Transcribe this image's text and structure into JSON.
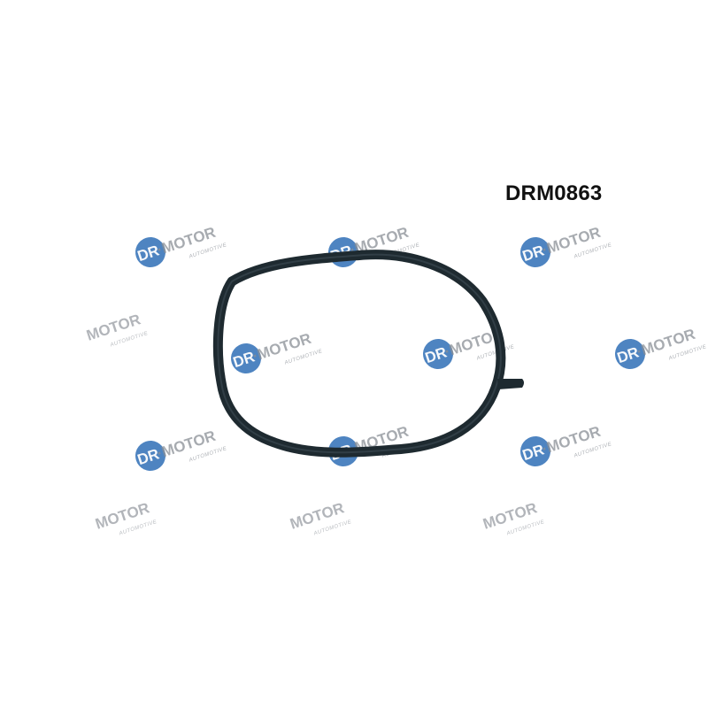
{
  "product": {
    "part_number": "DRM0863",
    "subject": "gasket"
  },
  "watermark": {
    "brand_top": "DR.MOTOR",
    "brand_sub": "AUTOMOTIVE",
    "color_blue": "#2f6fb6",
    "color_grey": "#8a8f96"
  },
  "colors": {
    "gasket": "#1e2a30",
    "background": "#ffffff"
  }
}
